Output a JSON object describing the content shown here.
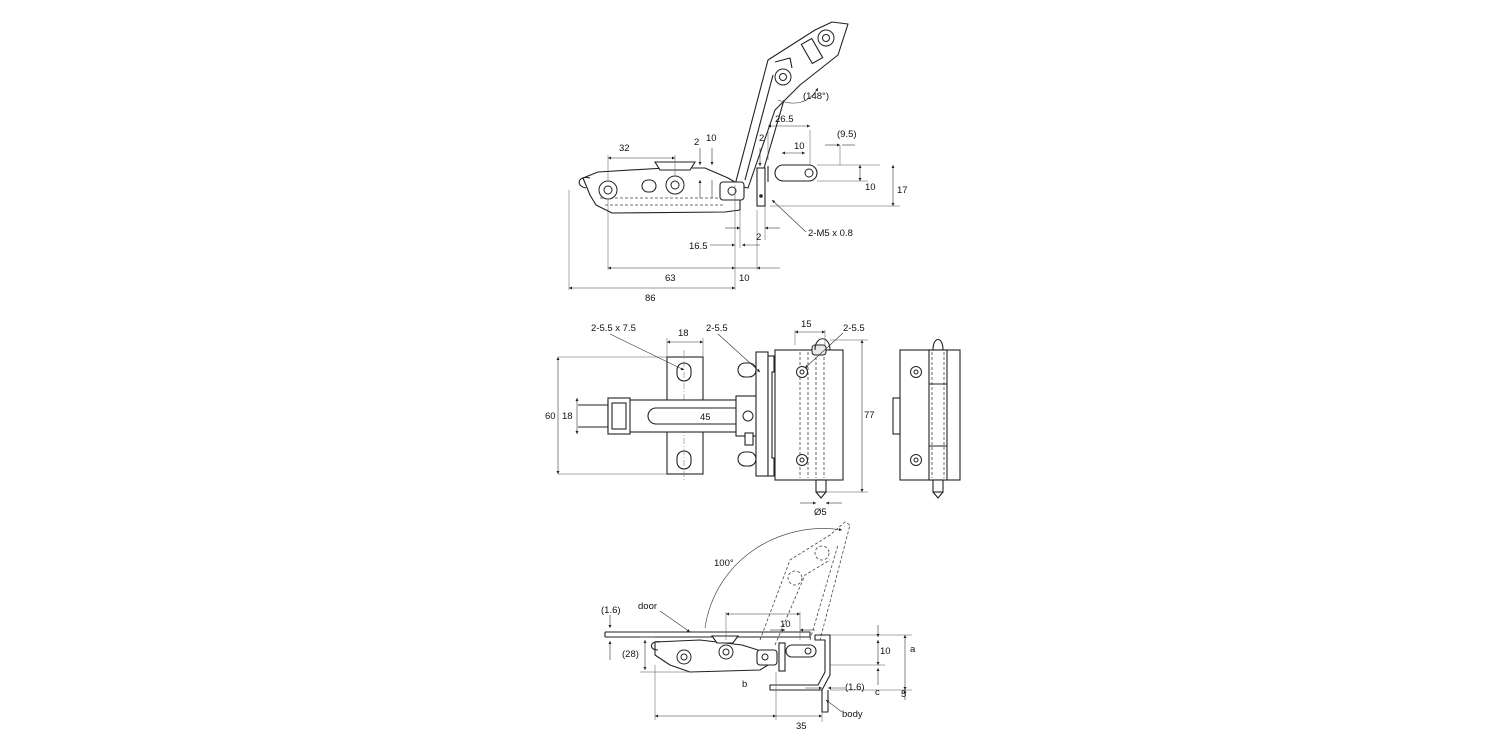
{
  "labels": {
    "top": {
      "angle_148": "(148°)",
      "d_26_5": "26.5",
      "d_9_5": "(9.5)",
      "d_32": "32",
      "d_2_a": "2",
      "d_10_a": "10",
      "d_2_b": "2",
      "d_10_b": "10",
      "d_10_c": "10",
      "d_17": "17",
      "thread": "2-M5 x 0.8",
      "d_2_c": "2",
      "d_16_5": "16.5",
      "d_63": "63",
      "d_10_d": "10",
      "d_86": "86"
    },
    "middle": {
      "slot": "2-5.5 x 7.5",
      "d_18_top": "18",
      "hole_left": "2-5.5",
      "d_15": "15",
      "hole_right": "2-5.5",
      "d_60": "60",
      "d_18_side": "18",
      "d_45": "45",
      "d_77": "77",
      "pin": "Ø5"
    },
    "bottom": {
      "angle_100": "100°",
      "t_1_6_top": "(1.6)",
      "door": "door",
      "d_28": "(28)",
      "d_10_top": "10",
      "d_10_side": "10",
      "a": "a",
      "b": "b",
      "t_1_6_bottom": "(1.6)",
      "c": "c",
      "d_5": "5",
      "body": "body",
      "d_35": "35"
    }
  }
}
